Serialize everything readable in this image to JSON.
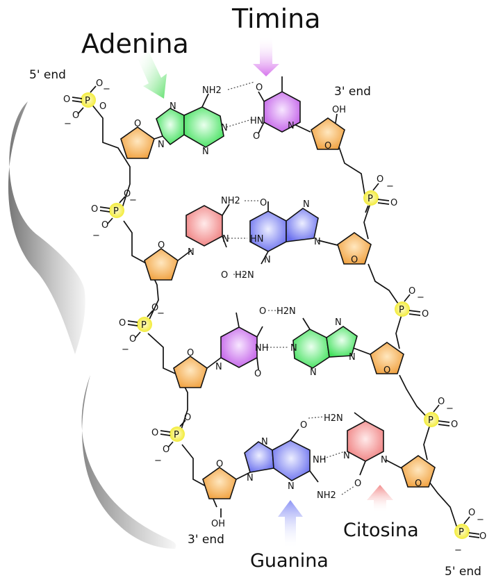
{
  "labels": {
    "adenine": "Adenina",
    "thymine": "Timina",
    "cytosine": "Citosina",
    "guanine": "Guanina",
    "end5_top": "5' end",
    "end3_top": "3' end",
    "end3_bottom": "3' end",
    "end5_bottom": "5' end"
  },
  "atoms": {
    "P": "P",
    "O": "O",
    "N": "N",
    "NH": "HN",
    "NH_r": "NH",
    "NH2": "NH2",
    "H2N": "H2N",
    "OH": "OH",
    "minus": "−"
  },
  "colors": {
    "adenine": "#3fe05a",
    "thymine": "#cf6ff0",
    "guanine": "#7a7ef0",
    "cytosine": "#f08a8a",
    "sugar": "#f0a547",
    "phosphate": "#f5ef3a",
    "arrow_adenine": "#6fe07a",
    "arrow_thymine": "#dc7fe8",
    "arrow_cytosine": "#f0a0a0",
    "arrow_guanine": "#9aa0f5"
  }
}
